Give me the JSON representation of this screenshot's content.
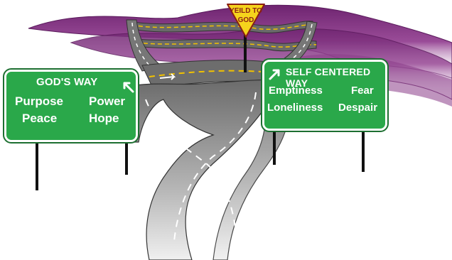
{
  "yield_sign": {
    "line1": "YEILD TO",
    "line2": "GOD"
  },
  "left_sign": {
    "title": "GOD'S WAY",
    "words": [
      "Purpose",
      "Power",
      "Peace",
      "Hope"
    ],
    "arrow_icon": "arrow-up-left-icon"
  },
  "right_sign": {
    "title": "SELF CENTERED WAY",
    "words": [
      "Emptiness",
      "Fear",
      "Loneliness",
      "Despair"
    ],
    "arrow_icon": "arrow-up-left-icon"
  },
  "colors": {
    "sign_green": "#2aa84a",
    "sign_border": "#1d6f31",
    "mountain_purple": "#7a2a78",
    "road_gray": "#8e8e8e",
    "yield_yellow": "#f5d31c"
  }
}
